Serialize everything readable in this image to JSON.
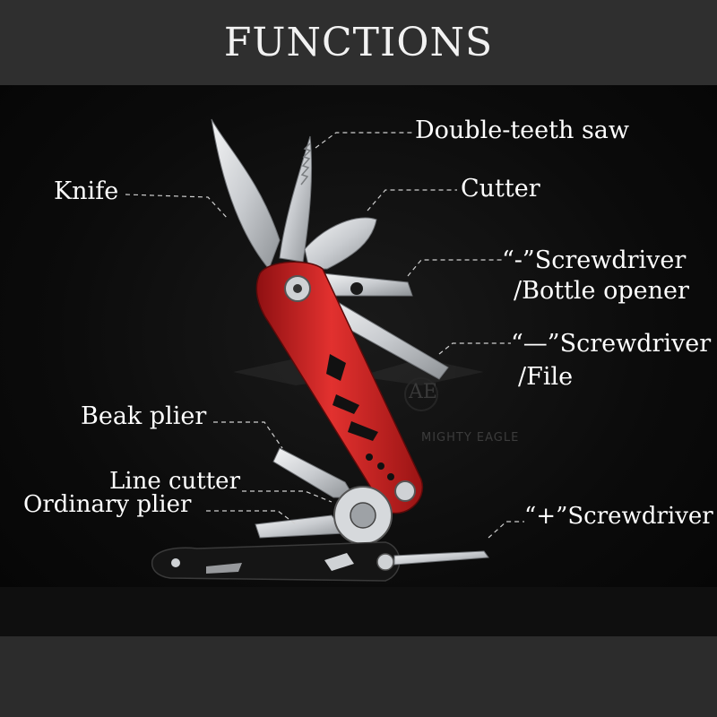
{
  "header": {
    "title": "FUNCTIONS"
  },
  "watermark": {
    "brand": "MIGHTY EAGLE",
    "initials": "AE"
  },
  "labels": {
    "double_teeth_saw": "Double-teeth saw",
    "knife": "Knife",
    "cutter": "Cutter",
    "flat_screwdriver": "“-”Screwdriver",
    "bottle_opener": "/Bottle opener",
    "long_screwdriver": "“—”Screwdriver",
    "file": "/File",
    "beak_plier": "Beak plier",
    "line_cutter": "Line cutter",
    "ordinary_plier": "Ordinary plier",
    "cross_screwdriver": "“+”Screwdriver"
  },
  "colors": {
    "handle_red": "#d8262a",
    "blade_steel": "#d9dcdf",
    "background": "#0b0b0b",
    "header_bg": "#2f2f2f",
    "text": "#ffffff"
  }
}
